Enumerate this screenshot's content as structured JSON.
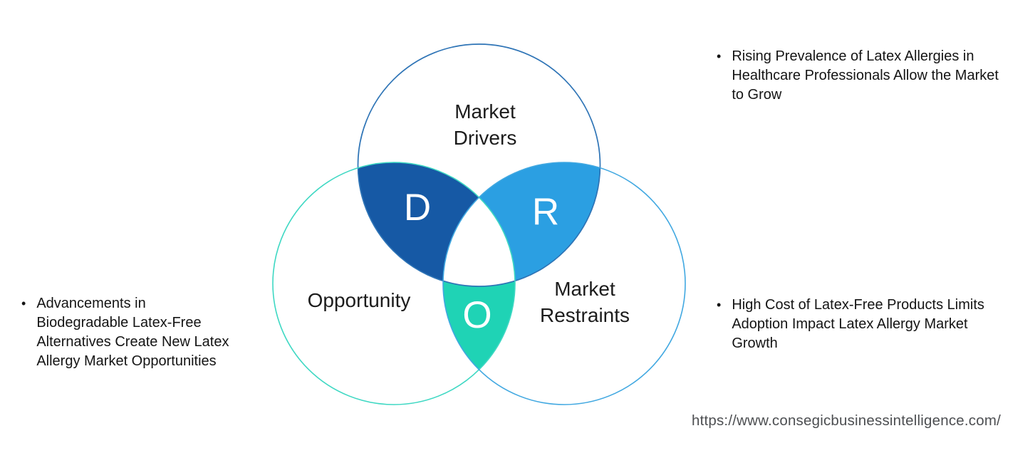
{
  "page": {
    "background": "#ffffff",
    "bullet_char": "•",
    "source_url": "https://www.consegicbusinessintelligence.com/"
  },
  "venn": {
    "drivers": {
      "label_line1": "Market",
      "label_line2": "Drivers",
      "letter": "D",
      "overlap_fill": "#1659a5",
      "stroke": "#2e74b6"
    },
    "restraints": {
      "label_line1": "Market",
      "label_line2": "Restraints",
      "letter": "R",
      "overlap_fill": "#2b9fe2",
      "stroke": "#41a8e1"
    },
    "opportunity": {
      "label": "Opportunity",
      "letter": "O",
      "overlap_fill": "#1fd3b5",
      "stroke": "#3ed8c3"
    },
    "center_fill": "#ffffff"
  },
  "bullets": {
    "drivers": "Rising Prevalence of Latex Allergies in Healthcare Professionals Allow the Market to Grow",
    "opportunity": "Advancements in Biodegradable Latex-Free Alternatives Create New Latex Allergy Market Opportunities",
    "restraints": "High Cost of Latex-Free Products Limits Adoption Impact Latex Allergy Market Growth"
  }
}
